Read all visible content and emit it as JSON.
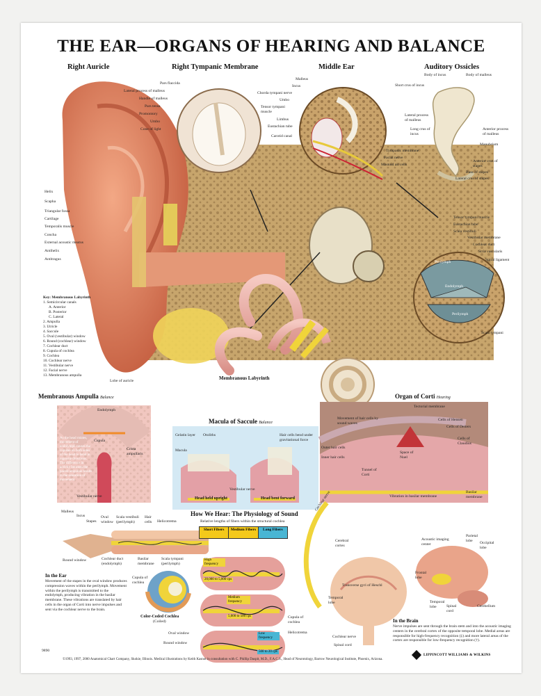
{
  "title": "THE EAR—ORGANS OF HEARING AND BALANCE",
  "sections": {
    "right_auricle": "Right Auricle",
    "right_tympanic": "Right Tympanic Membrane",
    "middle_ear": "Middle Ear",
    "auditory_ossicles": "Auditory Ossicles",
    "membranous_labyrinth": "Membranous Labyrinth",
    "membranous_ampulla": "Membranous Ampulla",
    "ampulla_tag": "Balance",
    "macula_saccule": "Macula of Saccule",
    "macula_tag": "Balance",
    "organ_corti": "Organ of Corti",
    "corti_tag": "Hearing",
    "how_we_hear": "How We Hear: The Physiology of Sound",
    "how_we_hear_sub": "Relative lengths of fibers within the structural cochlea",
    "in_the_ear": "In the Ear",
    "in_the_brain": "In the Brain",
    "color_coded_cochlea": "Color-Coded Cochlea",
    "color_coded_sub": "(Coiled)"
  },
  "auricle_labels": [
    "Helix",
    "Scapha",
    "Triangular fossa",
    "Cartilage",
    "Temporalis muscle",
    "Concha",
    "External acoustic meatus",
    "Antihelix",
    "Antitragus",
    "Lobe of auricle"
  ],
  "tympanic_labels": [
    "Pars flaccida",
    "Lateral process of malleus",
    "Handle of malleus",
    "Pars tensa",
    "Promontory",
    "Umbo",
    "Cone of light"
  ],
  "middle_ear_labels": [
    "Malleus",
    "Incus",
    "Chorda tympani nerve",
    "Umbo",
    "Tensor tympani muscle",
    "Limbus",
    "Eustachian tube",
    "Carotid canal",
    "Tympanic membrane",
    "Facial nerve",
    "Mastoid air cells"
  ],
  "ossicle_labels": [
    "Body of incus",
    "Body of malleus",
    "Short crus of incus",
    "Lateral process of malleus",
    "Long crus of incus",
    "Anterior process of malleus",
    "Manubrium",
    "Anterior crus of stapes",
    "Base of stapes",
    "Lateral crus of stapes"
  ],
  "right_side_labels": [
    "Tensor tympani muscle",
    "Eustachian tube",
    "Scala vestibuli",
    "Vestibular membrane",
    "Cochlear duct",
    "Stria vascularis",
    "Spiral ligament",
    "Scala tympani"
  ],
  "cochlea_labels": [
    "Perilymph",
    "Endolymph",
    "Perilymph"
  ],
  "key": {
    "heading": "Key: Membranous Labyrinth",
    "items": [
      "1. Semicircular canals",
      "A. Anterior",
      "B. Posterior",
      "C. Lateral",
      "2. Ampulla",
      "3. Utricle",
      "4. Saccule",
      "5. Oval (vestibular) window",
      "6. Round (cochlear) window",
      "7. Cochlear duct",
      "8. Cupula of cochlea",
      "9. Cochlea",
      "10. Cochlear nerve",
      "11. Vestibular nerve",
      "12. Facial nerve",
      "13. Membranous ampulla"
    ]
  },
  "ampulla_labels": [
    "Endolymph",
    "Cupula",
    "Crista ampullaris",
    "Vestibular nerve"
  ],
  "ampulla_text": "As the head rotates, movement of endolymph causes the cupulae on both sides of the head to bend in opposite directions. The difference in activity between the paired ampullae results in the sensation of movement.",
  "macula_labels": [
    "Gelatin layer",
    "Otoliths",
    "Macula",
    "Hair cells bend under gravitational force",
    "Vestibular nerve",
    "Head held upright",
    "Head bent forward"
  ],
  "corti_labels": [
    "Tectorial membrane",
    "Movement of hair cells by sound waves",
    "Cells of Hensen",
    "Cells of Deiters",
    "Cells of Claudius",
    "Outer hair cells",
    "Inner hair cells",
    "Space of Nuel",
    "Tunnel of Corti",
    "Vibration in basilar membrane",
    "Basilar membrane",
    "Cochlear nerve"
  ],
  "ear_flow_labels": [
    "Malleus",
    "Incus",
    "Stapes",
    "Oval window",
    "Scala vestibuli (perilymph)",
    "Hair cells",
    "Helicotrema",
    "Round window",
    "Cochlear duct (endolymph)",
    "Basilar membrane",
    "Scala tympani (perilymph)"
  ],
  "in_the_ear_text": "Movement of the stapes in the oval window produces compression waves within the perilymph. Movement within the perilymph is transmitted to the endolymph, producing vibration in the basilar membrane. These vibrations are translated by hair cells in the organ of Corti into nerve impulses and sent via the cochlear nerve to the brain.",
  "fibers": {
    "headers": [
      "Short Fibers",
      "Medium Fibers",
      "Long Fibers"
    ],
    "header_colors": [
      "#f4c91a",
      "#f4c91a",
      "#49b6d4"
    ],
    "bands": [
      {
        "label": "High frequency",
        "range": "20,000 to 5,000 cps"
      },
      {
        "label": "Medium frequency",
        "range": "5,000 to 500 cps"
      },
      {
        "label": "Low frequency",
        "range": "500 to 20 cps"
      }
    ]
  },
  "cochlea_side_labels": [
    "Cupula of cochlea",
    "Oval window",
    "Round window",
    "Cupula of cochlea",
    "Helicotrema"
  ],
  "brain_labels": [
    "Cerebral cortex",
    "Transverse gyri of Heschl",
    "Temporal lobe",
    "Cochlear nerve",
    "Spinal cord",
    "Acoustic imaging center",
    "Parietal lobe",
    "Occipital lobe",
    "Frontal lobe",
    "Temporal lobe",
    "Spinal cord",
    "Cerebellum"
  ],
  "in_the_brain_text": "Nerve impulses are sent through the brain stem and into the acoustic imaging centers in the cerebral cortex of the opposite temporal lobe. Medial areas are responsible for high-frequency recognition (‡) and more lateral areas of the cortex are responsible for low-frequency recognition (†).",
  "footer": "©1993, 1997, 2000 Anatomical Chart Company, Skokie, Illinois. Medical illustrations by Keith Kasnot in consultation with C. Phillip Daspit, M.D., F.A.C.S., Head of Neurotology, Barrow Neurological Institute, Phoenix, Arizona.",
  "publisher": "LIPPINCOTT WILLIAMS & WILKINS",
  "code": "9890",
  "colors": {
    "skin": "#e8896a",
    "bone": "#c9a36b",
    "nerve": "#f0d43a",
    "cochlea_teal": "#7fa7a0",
    "background": "#ffffff"
  }
}
